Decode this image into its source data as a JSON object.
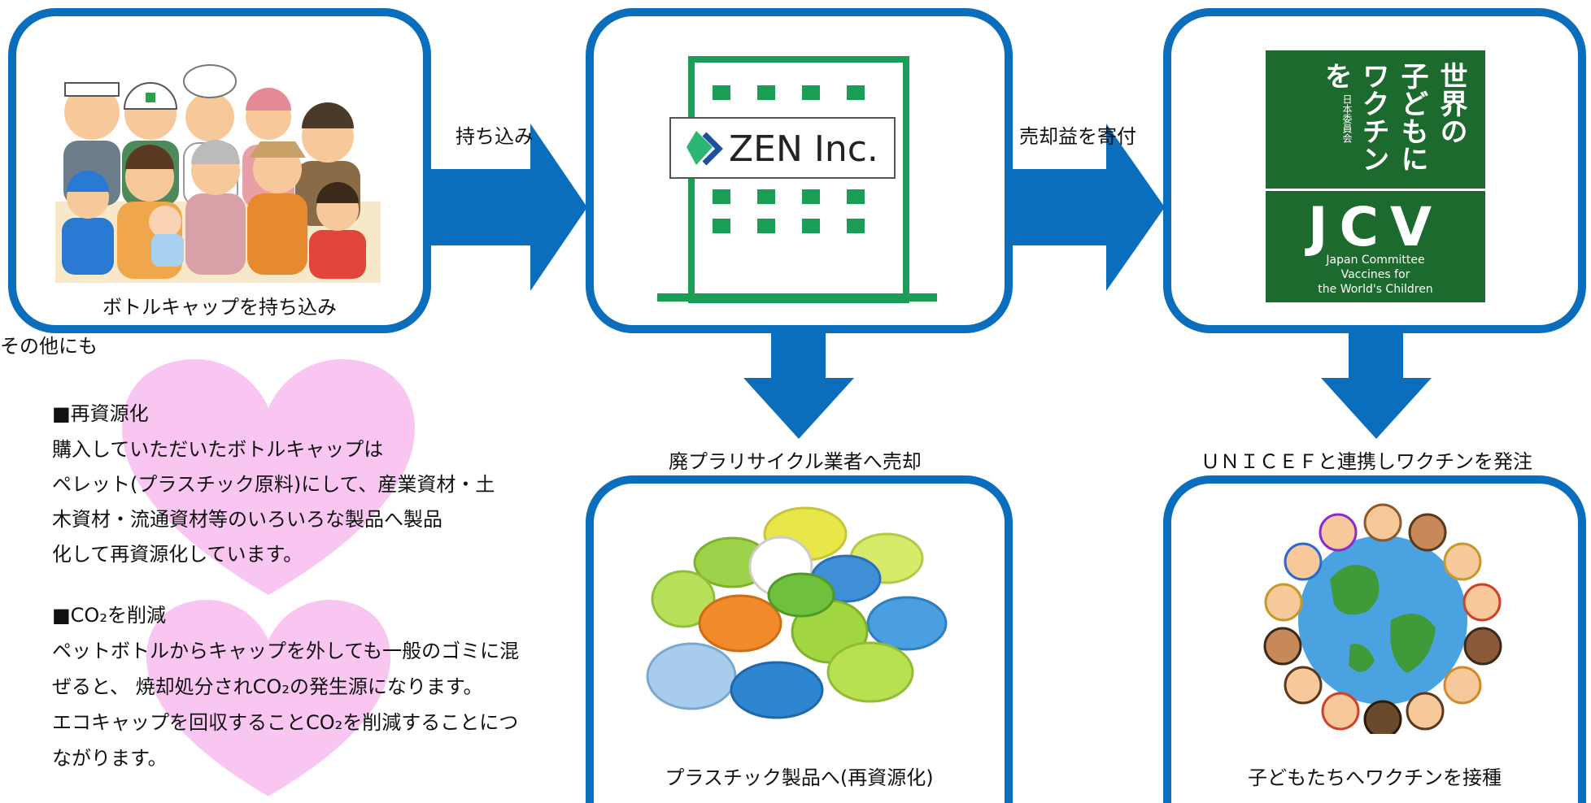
{
  "flow": {
    "people_caption": "ボトルキャップを持ち込み",
    "arrow_bring_label": "持ち込み",
    "zen_logo_text": "ZEN Inc.",
    "arrow_donate_label": "売却益を寄付",
    "jcv_vertical_lines": [
      "世界の",
      "子どもに",
      "ワクチン",
      "を"
    ],
    "jcv_small_vertical": "日本委員会",
    "jcv_logo_text": "JCV",
    "jcv_english_lines": [
      "Japan Committee",
      "Vaccines for",
      "the World's Children"
    ],
    "sell_label": "廃プラリサイクル業者へ売却",
    "unicef_label": "ＵＮＩＣＥＦと連携しワクチンを発注",
    "plastic_caption": "プラスチック製品へ(再資源化)",
    "children_caption": "子どもたちへワクチンを接種"
  },
  "side": {
    "intro": "その他にも",
    "heading1": "■再資源化",
    "para1": [
      "購入していただいたボトルキャップは",
      "ペレット(プラスチック原料)にして、産業資材・土",
      "木資材・流通資材等のいろいろな製品へ製品",
      "化して再資源化しています。"
    ],
    "heading2": "■CO₂を削減",
    "para2": [
      "ペットボトルからキャップを外しても一般のゴミに混",
      "ぜると、 焼却処分されCO₂の発生源になります。",
      "エコキャップを回収することCO₂を削減することにつ",
      "ながります。"
    ]
  },
  "colors": {
    "box_border": "#0a6ebd",
    "arrow": "#0a6ebd",
    "heart": "#f9c6f2",
    "building_green": "#1a9e55",
    "jcv_green": "#1d6a2f"
  }
}
